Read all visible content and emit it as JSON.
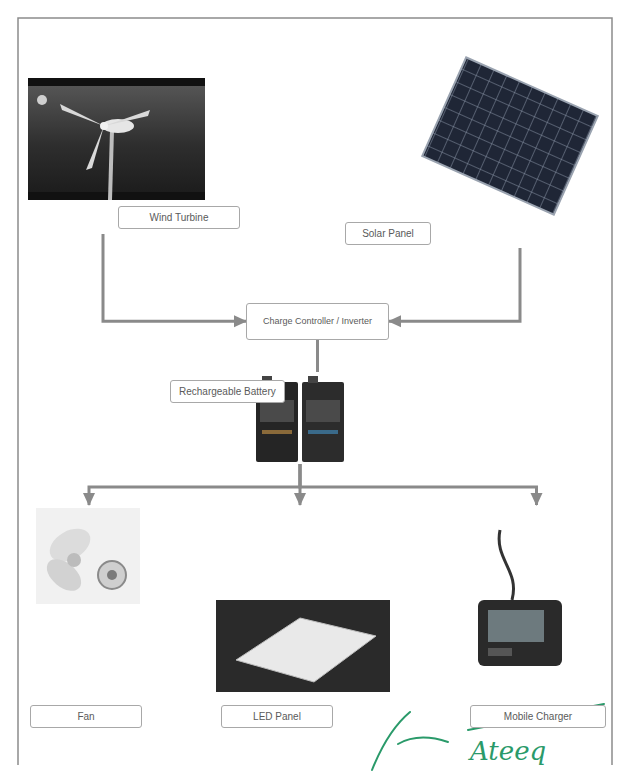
{
  "diagram": {
    "nodes": [
      {
        "text": [
          "Wind Turbine"
        ]
      },
      {
        "text": [
          "Solar Panel"
        ]
      },
      {
        "text": [
          "Charge Controller / Inverter"
        ]
      },
      {
        "text": [
          "Rechargeable Battery"
        ]
      },
      {
        "text": [
          "Fan"
        ]
      },
      {
        "text": [
          "LED Panel"
        ]
      },
      {
        "text": [
          "Mobile Charger"
        ]
      }
    ],
    "edges": [
      {
        "from": 0,
        "to": 2,
        "arrow": "to"
      },
      {
        "from": 1,
        "to": 2,
        "arrow": "to"
      },
      {
        "from": 2,
        "to": 3,
        "arrow": "none"
      },
      {
        "from": 3,
        "to": 4,
        "arrow": "to"
      },
      {
        "from": 3,
        "to": 5,
        "arrow": "to"
      },
      {
        "from": 3,
        "to": 6,
        "arrow": "to"
      }
    ],
    "labels": [
      "Ateeq"
    ]
  }
}
